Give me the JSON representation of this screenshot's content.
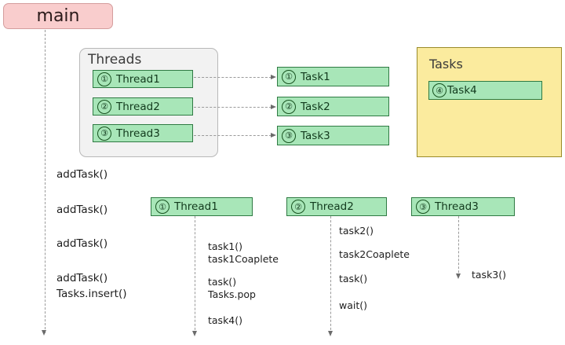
{
  "main": {
    "label": "main"
  },
  "threads_group": {
    "title": "Threads",
    "items": [
      {
        "num": "①",
        "label": "Thread1"
      },
      {
        "num": "②",
        "label": "Thread2"
      },
      {
        "num": "③",
        "label": "Thread3"
      }
    ]
  },
  "task_list": [
    {
      "num": "①",
      "label": "Task1"
    },
    {
      "num": "②",
      "label": "Task2"
    },
    {
      "num": "③",
      "label": "Task3"
    }
  ],
  "tasks_group": {
    "title": "Tasks",
    "items": [
      {
        "num": "④",
        "label": "Task4"
      }
    ]
  },
  "main_calls": [
    "addTask()",
    "addTask()",
    "addTask()",
    "addTask()",
    "Tasks.insert()"
  ],
  "lanes": [
    {
      "num": "①",
      "label": "Thread1",
      "calls": [
        "task1()",
        "task1Coaplete",
        "task()",
        "Tasks.pop",
        "task4()"
      ]
    },
    {
      "num": "②",
      "label": "Thread2",
      "calls": [
        "task2()",
        "task2Coaplete",
        "task()",
        "wait()"
      ]
    },
    {
      "num": "③",
      "label": "Thread3",
      "calls": [
        "task3()"
      ]
    }
  ],
  "colors": {
    "main_fill": "#f9cdcd",
    "main_stroke": "#d49d9d",
    "green_fill": "#a8e6b8",
    "green_stroke": "#2f7a43",
    "threads_fill": "#f2f2f2",
    "threads_stroke": "#b8b8b8",
    "tasks_fill": "#fbeb9e",
    "tasks_stroke": "#9a8b2a",
    "connector": "#9a9a9a"
  }
}
